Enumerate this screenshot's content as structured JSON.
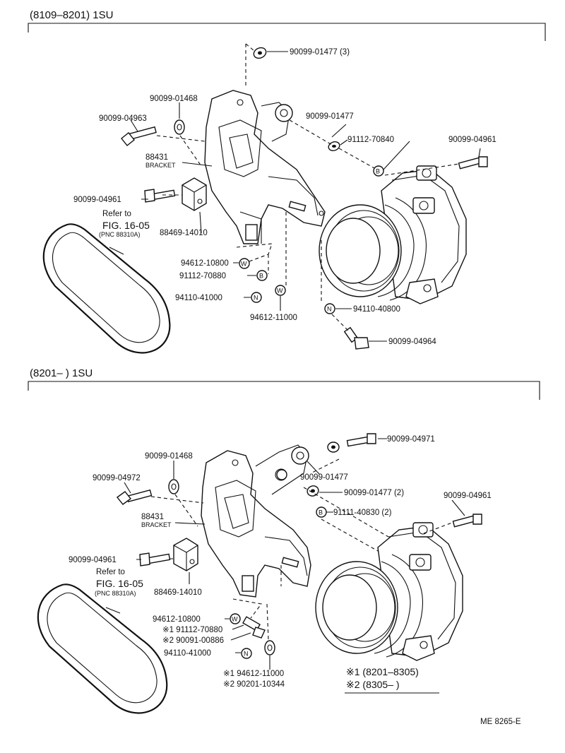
{
  "sections": [
    {
      "header": "(8109–8201) 1SU",
      "labels": {
        "p1": "90099-01477 (3)",
        "p2": "90099-01468",
        "p3": "90099-04963",
        "p4": "90099-01477",
        "p5": "91112-70840",
        "p6": "90099-04961",
        "bracket_num": "88431",
        "bracket_word": "BRACKET",
        "p7": "90099-04961",
        "refer1": "Refer to",
        "refer2": "FIG. 16-05",
        "refer3": "(PNC 88310A)",
        "p8": "88469-14010",
        "p9": "94612-10800",
        "p10": "91112-70880",
        "p11": "94110-41000",
        "p12": "94612-11000",
        "p13": "94110-40800",
        "p14": "90099-04964"
      }
    },
    {
      "header": "(8201–        ) 1SU",
      "labels": {
        "p1": "90099-04971",
        "p2": "90099-01468",
        "p3": "90099-01477",
        "p4": "90099-04972",
        "p5": "90099-01477 (2)",
        "p6": "90099-04961",
        "p7": "91111-40830 (2)",
        "bracket_num": "88431",
        "bracket_word": "BRACKET",
        "p8": "90099-04961",
        "refer1": "Refer to",
        "refer2": "FIG. 16-05",
        "refer3": "(PNC 88310A)",
        "p9": "88469-14010",
        "p10": "94612-10800",
        "p11": "※1 91112-70880",
        "p12": "※2 90091-00886",
        "p13": "94110-41000",
        "p14": "※1 94612-11000",
        "p15": "※2 90201-10344"
      },
      "notes": {
        "n1": "※1 (8201–8305)",
        "n2": "※2 (8305–        )"
      }
    }
  ],
  "markers": {
    "washer": "W",
    "bolt": "B",
    "nut": "N"
  },
  "footer": "ME  8265-E"
}
